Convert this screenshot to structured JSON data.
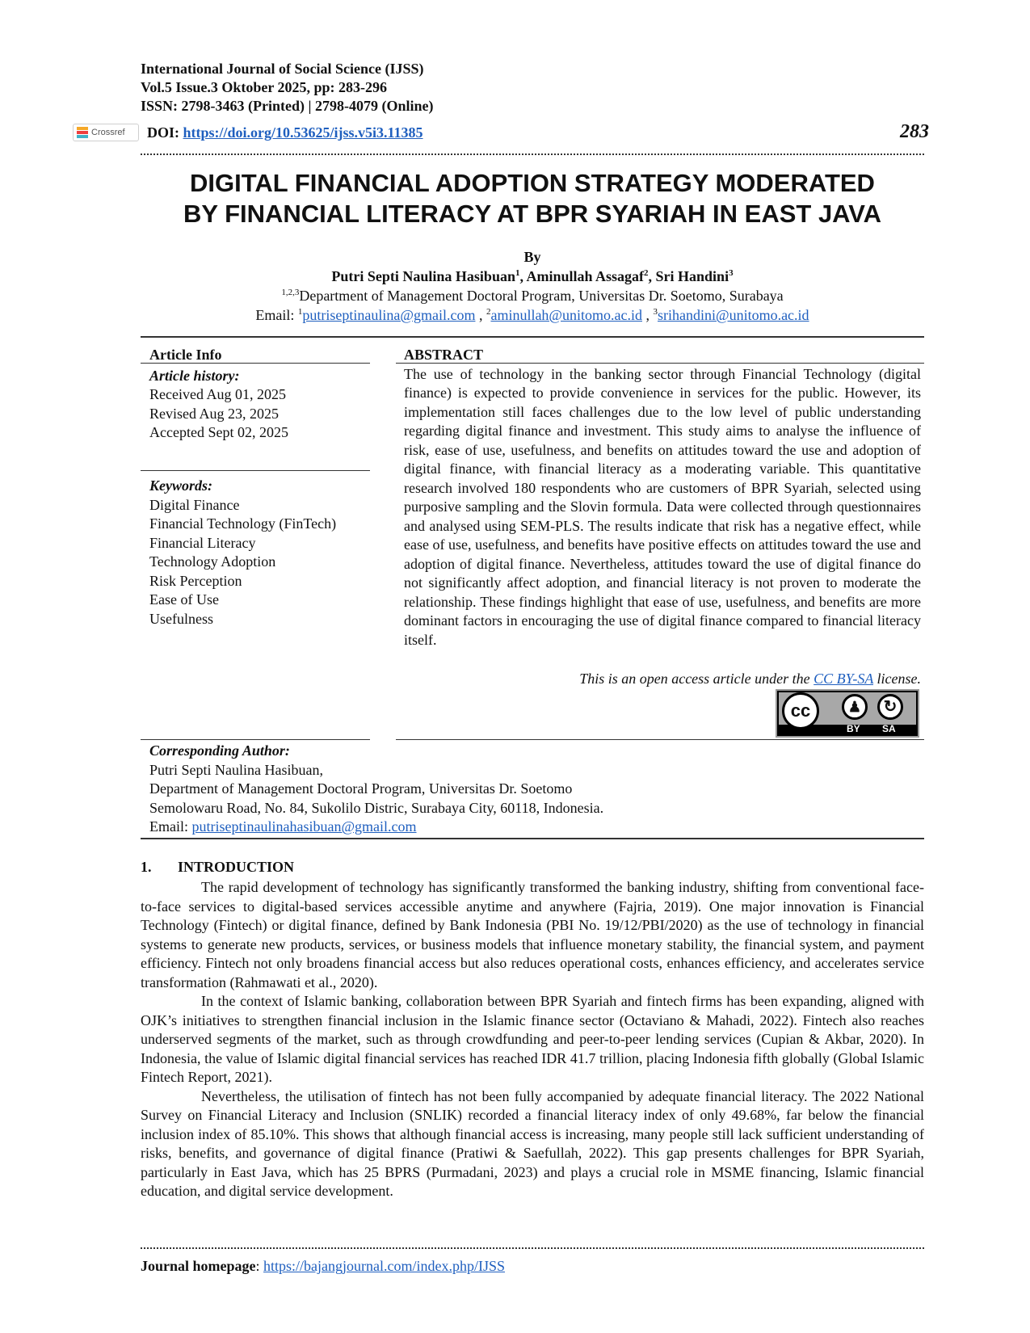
{
  "header": {
    "journal": "International Journal of Social Science (IJSS)",
    "volume": "Vol.5 Issue.3 Oktober 2025, pp: 283-296",
    "issn": "ISSN: 2798-3463 (Printed) | 2798-4079 (Online)",
    "doi_label": "DOI: ",
    "doi_url": "https://doi.org/10.53625/ijss.v5i3.11385",
    "crossref_label": "Crossref",
    "page_number": "283"
  },
  "title_line1": "DIGITAL FINANCIAL ADOPTION STRATEGY MODERATED",
  "title_line2": "BY FINANCIAL LITERACY AT BPR SYARIAH IN EAST JAVA",
  "by": "By",
  "authors": {
    "a1": "Putri Septi Naulina Hasibuan",
    "a1_sup": "1",
    "a2": "Aminullah Assagaf",
    "a2_sup": "2",
    "a3": "Sri Handini",
    "a3_sup": "3"
  },
  "affiliation": {
    "sup": "1,2,3",
    "text": "Department of Management Doctoral Program, Universitas Dr. Soetomo, Surabaya"
  },
  "emails": {
    "label": "Email: ",
    "s1": "1",
    "e1": "putriseptinaulina@gmail.com",
    "s2": "2",
    "e2": "aminullah@unitomo.ac.id",
    "s3": "3",
    "e3": "srihandini@unitomo.ac.id"
  },
  "article_info": {
    "heading": "Article Info",
    "history_heading": "Article history:",
    "received": "Received Aug 01, 2025",
    "revised": "Revised Aug 23, 2025",
    "accepted": "Accepted Sept 02, 2025",
    "keywords_heading": "Keywords:",
    "keywords": [
      "Digital Finance",
      "Financial Technology (FinTech)",
      "Financial Literacy",
      "Technology Adoption",
      "Risk Perception",
      "Ease of Use",
      "Usefulness"
    ]
  },
  "abstract": {
    "heading": "ABSTRACT",
    "text": "The use of technology in the banking sector through Financial Technology (digital finance) is expected to provide convenience in services for the public. However, its implementation still faces challenges due to the low level of public understanding regarding digital finance and investment. This study aims to analyse the influence of risk, ease of use, usefulness, and benefits on attitudes toward the use and adoption of digital finance, with financial literacy as a moderating variable. This quantitative research involved 180 respondents who are customers of BPR Syariah, selected using purposive sampling and the Slovin formula. Data were collected through questionnaires and analysed using SEM-PLS. The results indicate that risk has a negative effect, while ease of use, usefulness, and benefits have positive effects on attitudes toward the use and adoption of digital finance. Nevertheless, attitudes toward the use of digital finance do not significantly affect adoption, and financial literacy is not proven to moderate the relationship. These findings highlight that ease of use, usefulness, and benefits are more dominant factors in encouraging the use of digital finance compared to financial literacy itself.",
    "license_pre": "This is an open access article under the ",
    "license_link": "CC BY-SA",
    "license_post": " license.",
    "badge_by": "BY",
    "badge_sa": "SA"
  },
  "corresponding": {
    "heading": "Corresponding Author:",
    "name": "Putri Septi Naulina Hasibuan,",
    "dept": "Department of Management Doctoral Program, Universitas Dr. Soetomo",
    "address": "Semolowaru Road, No. 84, Sukolilo Distric, Surabaya City, 60118, Indonesia.",
    "email_label": "Email: ",
    "email": "putriseptinaulinahasibuan@gmail.com"
  },
  "intro": {
    "number": "1.",
    "heading": "INTRODUCTION",
    "p1": "The rapid development of technology has significantly transformed the banking industry, shifting from conventional face-to-face services to digital-based services accessible anytime and anywhere (Fajria, 2019). One major innovation is Financial Technology (Fintech) or digital finance, defined by Bank Indonesia (PBI No. 19/12/PBI/2020) as the use of technology in financial systems to generate new products, services, or business models that influence monetary stability, the financial system, and payment efficiency. Fintech not only broadens financial access but also reduces operational costs, enhances efficiency, and accelerates service transformation (Rahmawati et al., 2020).",
    "p2": "In the context of Islamic banking, collaboration between BPR Syariah and fintech firms has been expanding, aligned with OJK’s initiatives to strengthen financial inclusion in the Islamic finance sector (Octaviano & Mahadi, 2022). Fintech also reaches underserved segments of the market, such as through crowdfunding and peer-to-peer lending services (Cupian & Akbar, 2020). In Indonesia, the value of Islamic digital financial services has reached IDR 41.7 trillion, placing Indonesia fifth globally (Global Islamic Fintech Report, 2021).",
    "p3": "Nevertheless, the utilisation of fintech has not been fully accompanied by adequate financial literacy. The 2022 National Survey on Financial Literacy and Inclusion (SNLIK) recorded a financial literacy index of only 49.68%, far below the financial inclusion index of 85.10%. This shows that although financial access is increasing, many people still lack sufficient understanding of risks, benefits, and governance of digital finance (Pratiwi & Saefullah, 2022). This gap presents challenges for BPR Syariah, particularly in East Java, which has 25 BPRS (Purmadani, 2023) and plays a crucial role in MSME financing, Islamic financial education, and digital service development."
  },
  "footer": {
    "label": "Journal homepage",
    "colon": ": ",
    "url": "https://bajangjournal.com/index.php/IJSS"
  }
}
